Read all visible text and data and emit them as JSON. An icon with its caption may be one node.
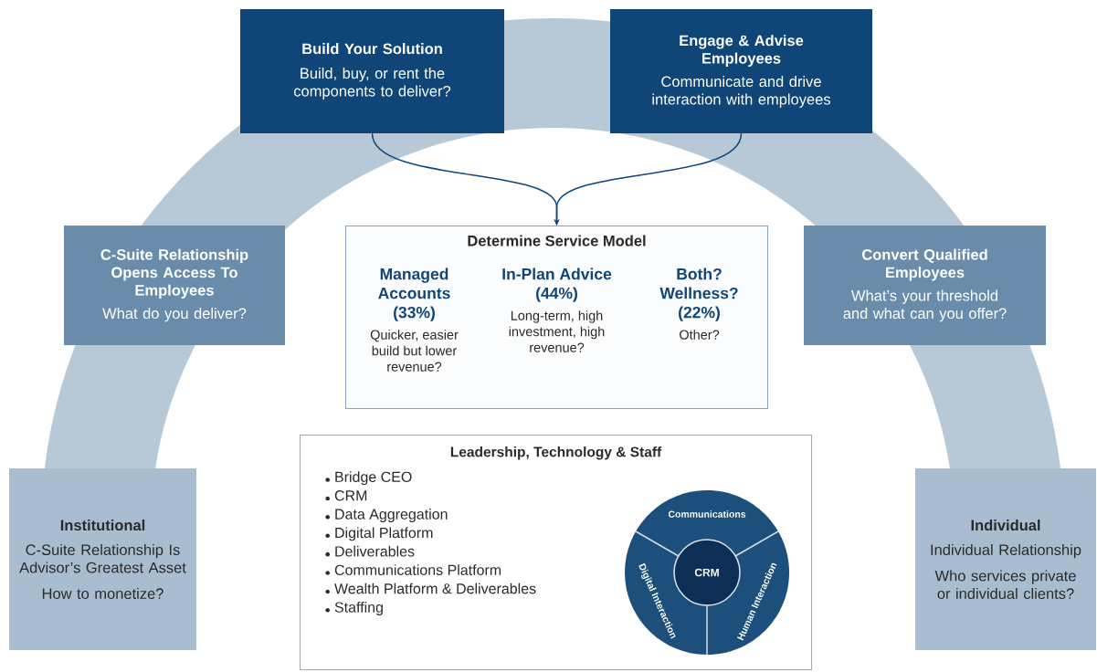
{
  "diagram": {
    "nodes": [
      {
        "text": [
          "Institutional",
          "C-Suite Relationship Is Advisor’s Greatest Asset",
          "How to monetize?"
        ]
      },
      {
        "text": [
          "C-Suite Relationship Opens Access To Employees",
          "What do you deliver?"
        ]
      },
      {
        "text": [
          "Build Your Solution",
          "Build, buy, or rent the components to deliver?"
        ]
      },
      {
        "text": [
          "Engage & Advise Employees",
          "Communicate and drive interaction with employees"
        ]
      },
      {
        "text": [
          "Convert Qualified Employees",
          "What’s your threshold and what can you offer?"
        ]
      },
      {
        "text": [
          "Individual",
          "Individual Relationship",
          "Who services private or individual clients?"
        ]
      },
      {
        "text": [
          "Determine Service Model",
          "Managed Accounts (33%)",
          "Quicker, easier build but lower revenue?",
          "In-Plan Advice (44%)",
          "Long-term, high investment, high revenue?",
          "Both? Wellness? (22%)",
          "Other?"
        ]
      },
      {
        "text": [
          "Leadership, Technology & Staff",
          "Bridge CEO",
          "CRM",
          "Data Aggregation",
          "Digital Platform",
          "Deliverables",
          "Communications Platform",
          "Wealth Platform & Deliverables",
          "Staffing"
        ]
      },
      {
        "text": [
          "Communications"
        ],
        "in": 7
      },
      {
        "text": [
          "Digital Interaction"
        ],
        "in": 7
      },
      {
        "text": [
          "Human Interaction"
        ],
        "in": 7
      },
      {
        "text": [
          "CRM"
        ],
        "in": 7
      }
    ],
    "edges": [
      {
        "from": 2,
        "to": 6,
        "arrow": "to"
      },
      {
        "from": 3,
        "to": 6,
        "arrow": "to"
      }
    ]
  }
}
